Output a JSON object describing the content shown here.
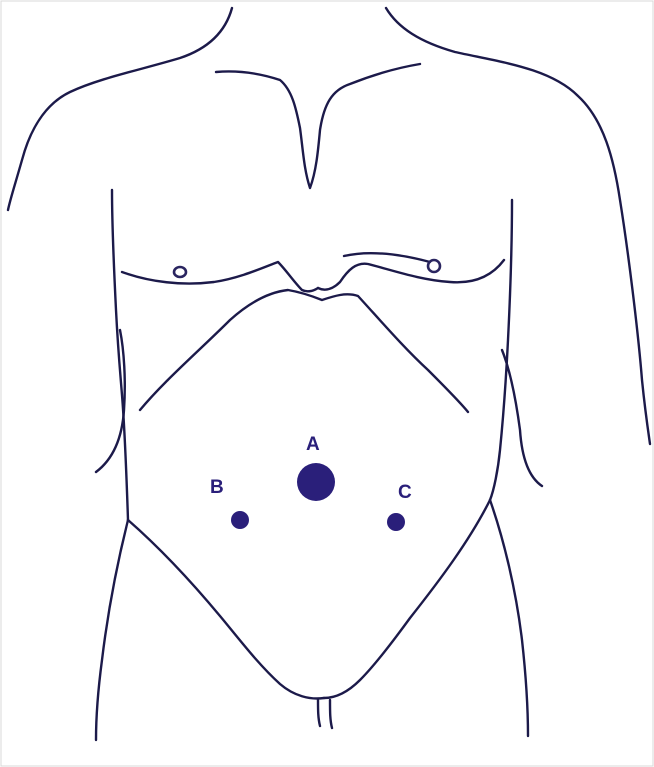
{
  "ports": [
    {
      "label": "A",
      "size": "large"
    },
    {
      "label": "B",
      "size": "small"
    },
    {
      "label": "C",
      "size": "small"
    }
  ],
  "colors": {
    "line": "#1c1a4a",
    "marker": "#2a1f7a",
    "background": "#ffffff"
  }
}
